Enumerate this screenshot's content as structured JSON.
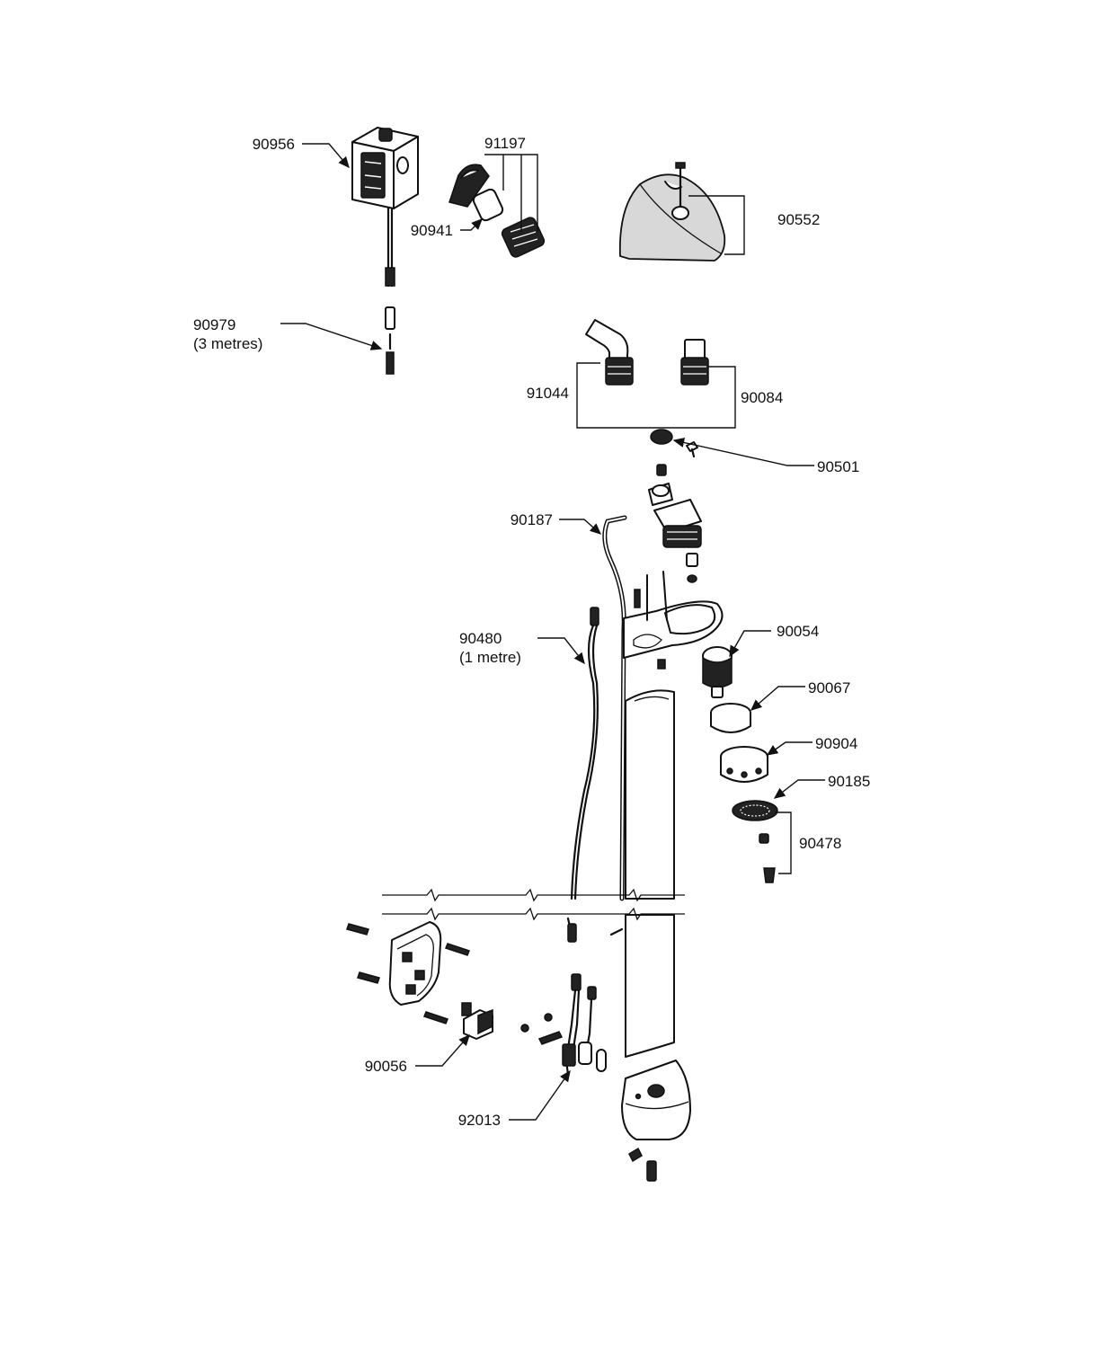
{
  "callouts": [
    {
      "id": "90956",
      "text": "90956"
    },
    {
      "id": "91197",
      "text": "91197"
    },
    {
      "id": "90941",
      "text": "90941"
    },
    {
      "id": "90552",
      "text": "90552"
    },
    {
      "id": "90979",
      "text": "90979",
      "sub": "(3 metres)"
    },
    {
      "id": "91044",
      "text": "91044"
    },
    {
      "id": "90084",
      "text": "90084"
    },
    {
      "id": "90501",
      "text": "90501"
    },
    {
      "id": "90187",
      "text": "90187"
    },
    {
      "id": "90480",
      "text": "90480",
      "sub": "(1 metre)"
    },
    {
      "id": "90054",
      "text": "90054"
    },
    {
      "id": "90067",
      "text": "90067"
    },
    {
      "id": "90904",
      "text": "90904"
    },
    {
      "id": "90185",
      "text": "90185"
    },
    {
      "id": "90478",
      "text": "90478"
    },
    {
      "id": "90056",
      "text": "90056"
    },
    {
      "id": "92013",
      "text": "92013"
    }
  ]
}
